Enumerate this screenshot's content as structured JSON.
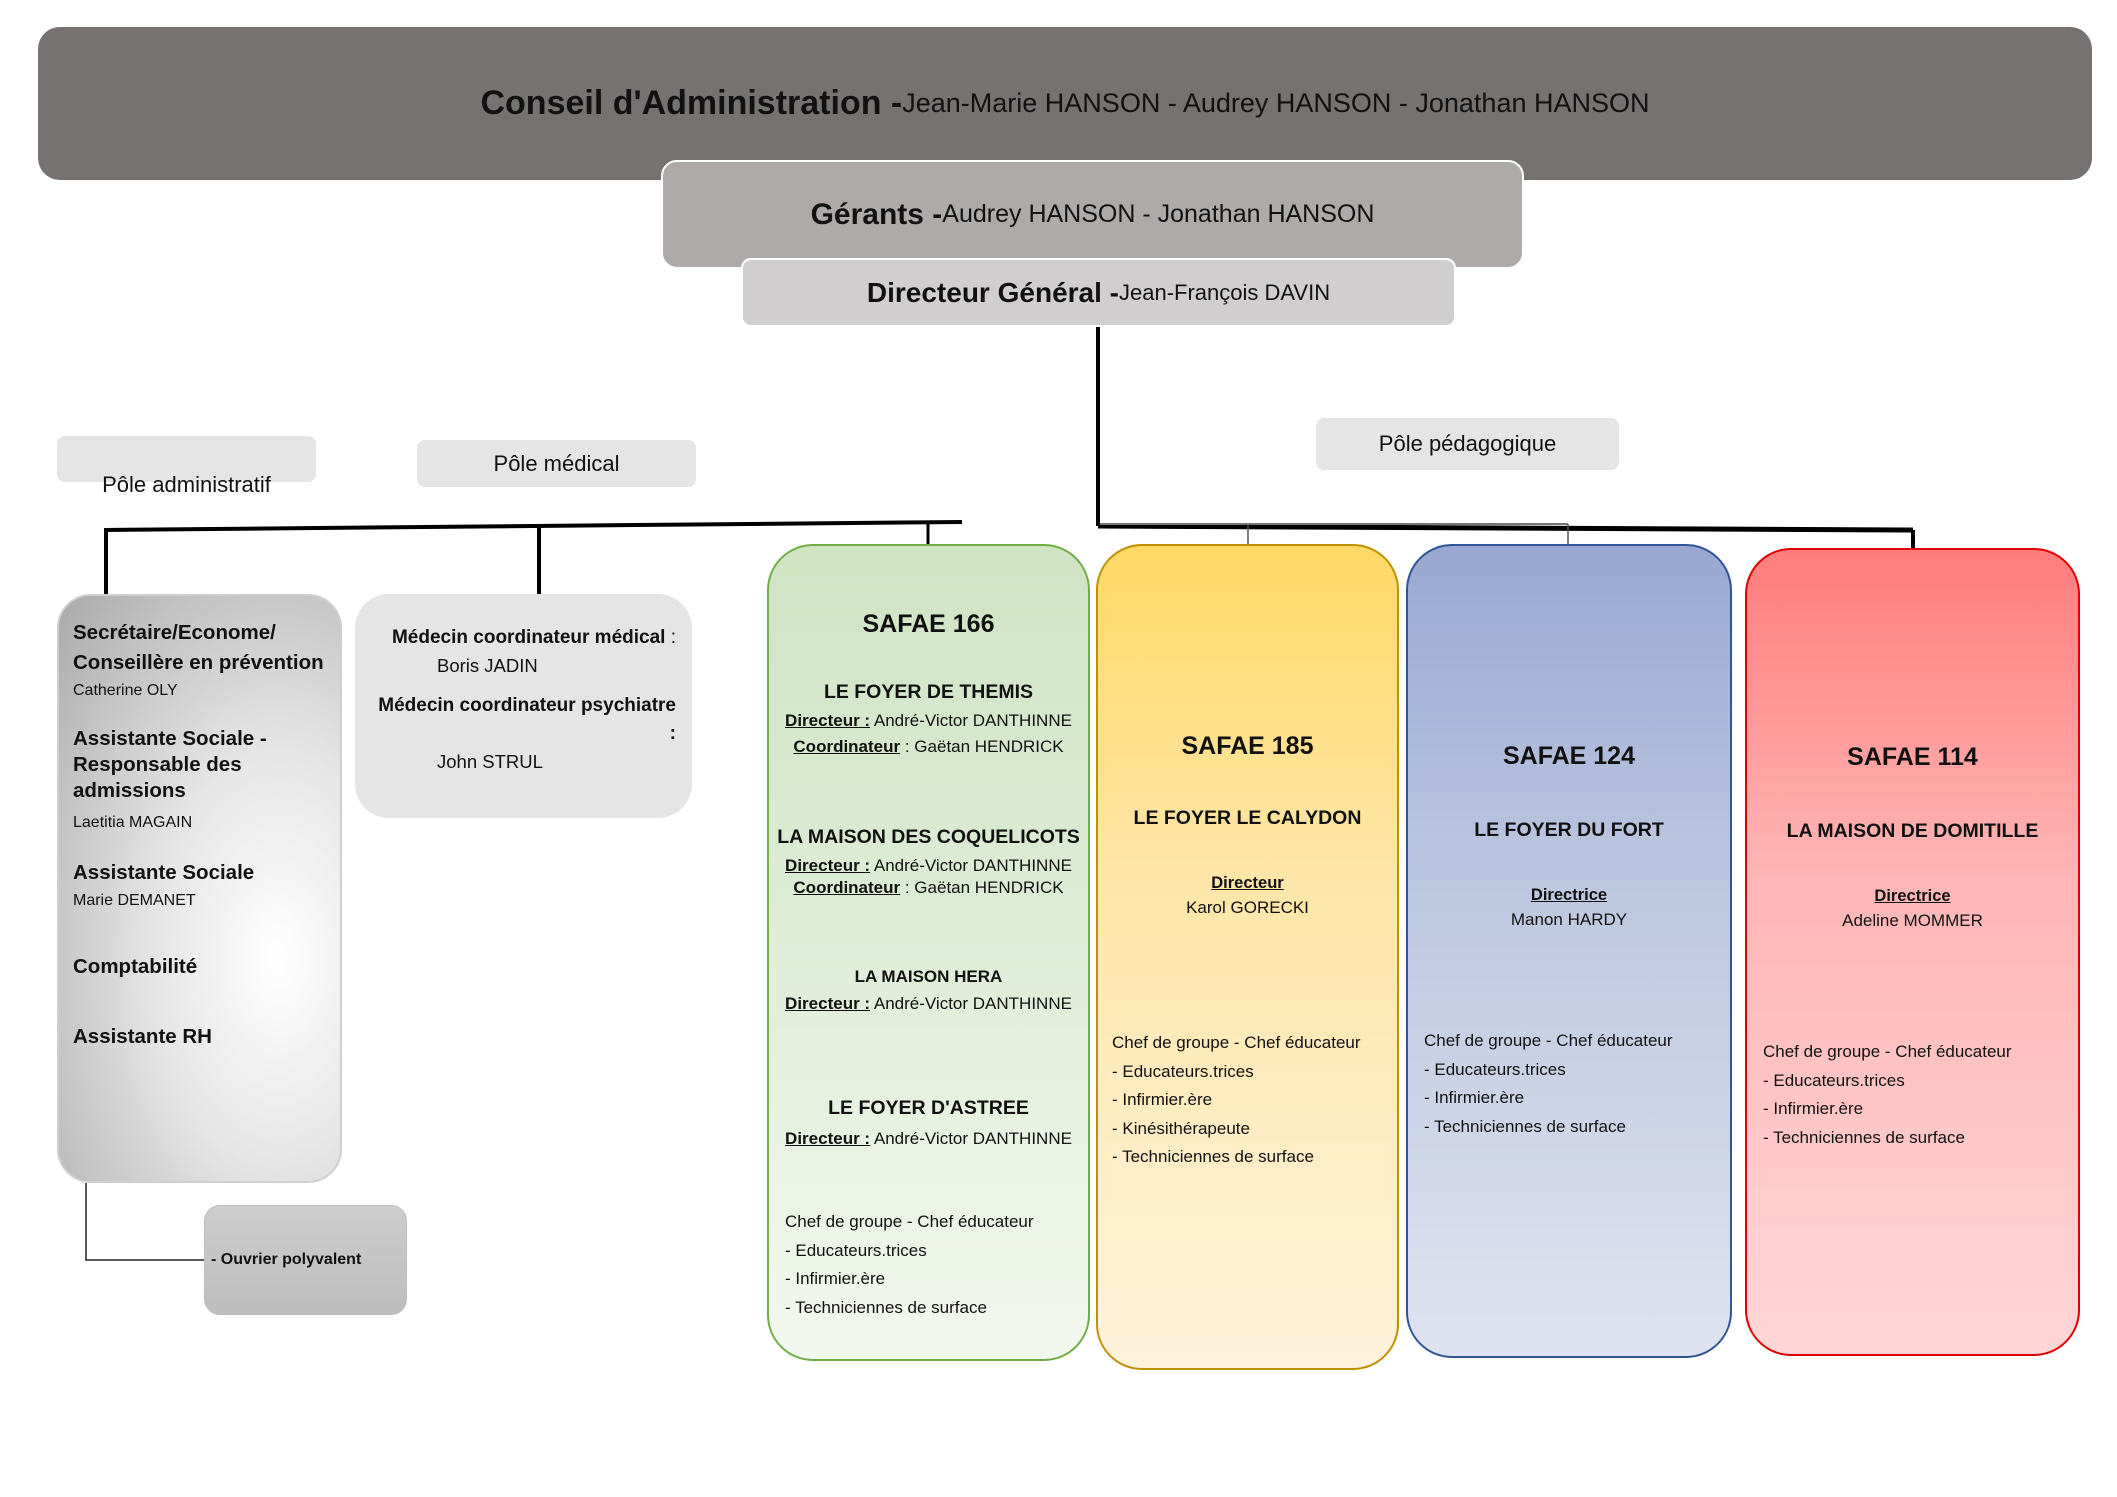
{
  "board": {
    "label": "Conseil d'Administration - ",
    "names": "Jean-Marie HANSON - Audrey HANSON - Jonathan HANSON"
  },
  "managers": {
    "label": "Gérants - ",
    "names": "Audrey HANSON - Jonathan HANSON"
  },
  "general_director": {
    "label": "Directeur Général - ",
    "names": "Jean-François DAVIN"
  },
  "poles": {
    "administrative": "Pôle administratif",
    "medical": "Pôle médical",
    "pedagogical": "Pôle pédagogique"
  },
  "admin": {
    "roles": [
      {
        "title_l1": "Secrétaire/Econome/",
        "title_l2": "Conseillère en prévention",
        "person": "Catherine OLY"
      },
      {
        "title_l1": "Assistante Sociale -",
        "title_l2": "Responsable des",
        "title_l3": "admissions",
        "person": "Laetitia MAGAIN"
      },
      {
        "title_l1": "Assistante Sociale",
        "person": "Marie DEMANET"
      },
      {
        "title_l1": "Comptabilité"
      },
      {
        "title_l1": "Assistante RH"
      }
    ],
    "sub_role": "- Ouvrier polyvalent"
  },
  "medical": {
    "roles": [
      {
        "title": "Médecin coordinateur médical",
        "colon": " :",
        "person": "Boris JADIN"
      },
      {
        "title": "Médecin coordinateur psychiatre",
        "colon": " :",
        "person": "John STRUL"
      }
    ]
  },
  "safae": [
    {
      "title": "SAFAE 166",
      "color": "#70ad47",
      "homes": [
        {
          "name": "LE FOYER DE THEMIS",
          "director_label": "Directeur :",
          "director": " André-Victor DANTHINNE",
          "coordinator_label": "Coordinateur",
          "coordinator": " : Gaëtan HENDRICK"
        },
        {
          "name": "LA MAISON DES COQUELICOTS",
          "director_label": "Directeur :",
          "director": " André-Victor DANTHINNE",
          "coordinator_label": "Coordinateur",
          "coordinator": " : Gaëtan HENDRICK"
        },
        {
          "name": "LA MAISON HERA",
          "director_label": "Directeur :",
          "director": " André-Victor DANTHINNE"
        },
        {
          "name": "LE FOYER D'ASTREE",
          "director_label": "Directeur :",
          "director": " André-Victor DANTHINNE"
        }
      ],
      "staff": [
        "Chef de groupe - Chef éducateur",
        "- Educateurs.trices",
        "- Infirmier.ère",
        "- Techniciennes de surface"
      ]
    },
    {
      "title": "SAFAE 185",
      "color": "#bf9000",
      "home": "LE FOYER LE CALYDON",
      "director_label": "Directeur",
      "director": "Karol GORECKI",
      "staff": [
        "Chef de groupe - Chef éducateur",
        "- Educateurs.trices",
        "- Infirmier.ère",
        "- Kinésithérapeute",
        "- Techniciennes de surface"
      ]
    },
    {
      "title": "SAFAE 124",
      "color": "#2f5597",
      "home": "LE FOYER DU FORT",
      "director_label": "Directrice",
      "director": "Manon HARDY",
      "staff": [
        "Chef de groupe - Chef éducateur",
        "- Educateurs.trices",
        "- Infirmier.ère",
        "- Techniciennes de surface"
      ]
    },
    {
      "title": "SAFAE 114",
      "color": "#e00000",
      "home": "LA MAISON DE DOMITILLE",
      "director_label": "Directrice",
      "director": "Adeline MOMMER",
      "staff": [
        "Chef de groupe - Chef éducateur",
        "- Educateurs.trices",
        "- Infirmier.ère",
        "- Techniciennes de surface"
      ]
    }
  ]
}
